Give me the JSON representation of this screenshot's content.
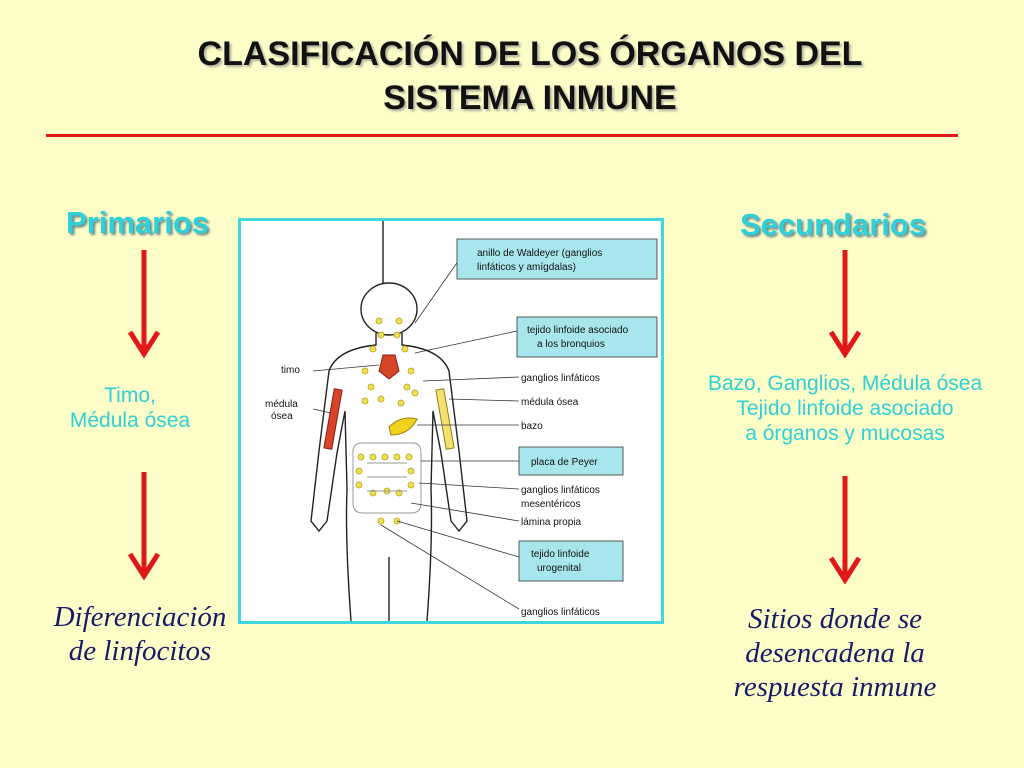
{
  "title": {
    "line1": "CLASIFICACIÓN DE LOS ÓRGANOS DEL",
    "line2": "SISTEMA INMUNE"
  },
  "left": {
    "heading": "Primarios",
    "organs": [
      "Timo,",
      "Médula ósea"
    ],
    "function": [
      "Diferenciación",
      "de linfocitos"
    ]
  },
  "right": {
    "heading": "Secundarios",
    "organs": [
      "Bazo, Ganglios, Médula ósea",
      "Tejido linfoide asociado",
      "a órganos y mucosas"
    ],
    "function": [
      "Sitios donde se",
      "desencadena la",
      "respuesta inmune"
    ]
  },
  "diagram": {
    "left_labels": {
      "timo": "timo",
      "medula_1": "médula",
      "medula_2": "ósea"
    },
    "boxed_labels": {
      "waldeyer_1": "anillo de Waldeyer (ganglios",
      "waldeyer_2": "linfáticos y amígdalas)",
      "bronquios_1": "tejido linfoide asociado",
      "bronquios_2": "a los bronquios",
      "peyer": "placa de Peyer",
      "urogenital_1": "tejido linfoide",
      "urogenital_2": "urogenital"
    },
    "labels": {
      "ganglios_1": "ganglios linfáticos",
      "medula_osea": "médula ósea",
      "bazo": "bazo",
      "mesentericos_1": "ganglios linfáticos",
      "mesentericos_2": "mesentéricos",
      "lamina": "lámina propia",
      "ganglios_2": "ganglios linfáticos"
    }
  },
  "colors": {
    "background": "#fdfdc8",
    "heading": "#2fd0d8",
    "arrow": "#e01818",
    "function_text": "#1a1a6a",
    "diagram_border": "#40d8e0",
    "label_box": "#a8e6ee"
  }
}
